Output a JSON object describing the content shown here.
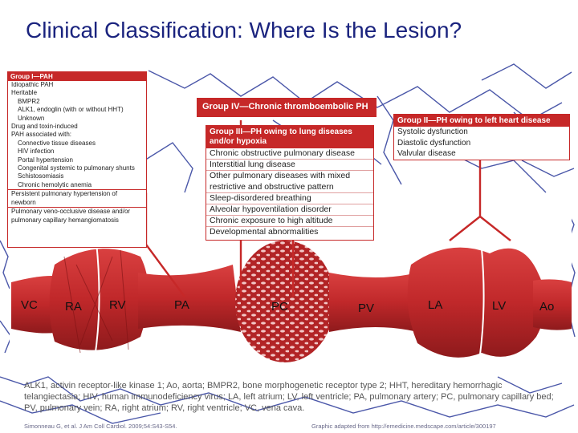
{
  "title": "Clinical Classification: Where Is the Lesion?",
  "colors": {
    "accent": "#c62828",
    "title": "#1a237e",
    "heart": "#c0282a",
    "deco": "#2b3a9a"
  },
  "group1": {
    "heading": "Group I—PAH",
    "items": [
      {
        "text": "Idiopathic PAH",
        "level": 0
      },
      {
        "text": "Heritable",
        "level": 0
      },
      {
        "text": "BMPR2",
        "level": 1
      },
      {
        "text": "ALK1, endoglin (with or without HHT)",
        "level": 1
      },
      {
        "text": "Unknown",
        "level": 1
      },
      {
        "text": "Drug and toxin-induced",
        "level": 0
      },
      {
        "text": "PAH associated with:",
        "level": 0
      },
      {
        "text": "Connective tissue diseases",
        "level": 1
      },
      {
        "text": "HIV infection",
        "level": 1
      },
      {
        "text": "Portal hypertension",
        "level": 1
      },
      {
        "text": "Congenital systemic to pulmonary shunts",
        "level": 1
      },
      {
        "text": "Schistosomiasis",
        "level": 1
      },
      {
        "text": "Chronic hemolytic anemia",
        "level": 1
      },
      {
        "text": "Persistent pulmonary hypertension of newborn",
        "level": 0,
        "sep": true
      },
      {
        "text": "Pulmonary veno-occlusive disease and/or pulmonary capillary hemangiomatosis",
        "level": 0,
        "sep": true
      }
    ]
  },
  "group4": {
    "heading": "Group IV—Chronic thromboembolic PH"
  },
  "group3": {
    "heading": "Group III—PH owing to lung diseases and/or hypoxia",
    "items": [
      "Chronic obstructive pulmonary disease",
      "Interstitial lung disease",
      "Other pulmonary diseases with mixed restrictive and obstructive pattern",
      "Sleep-disordered breathing",
      "Alveolar hypoventilation disorder",
      "Chronic exposure to high altitude",
      "Developmental abnormalities"
    ]
  },
  "group2": {
    "heading": "Group II—PH owing to left heart disease",
    "items": [
      "Systolic dysfunction",
      "Diastolic dysfunction",
      "Valvular disease"
    ]
  },
  "labels": {
    "vc": "VC",
    "ra": "RA",
    "rv": "RV",
    "pa": "PA",
    "pc": "PC",
    "pv": "PV",
    "la": "LA",
    "lv": "LV",
    "ao": "Ao"
  },
  "footnote": "ALK1, activin receptor-like kinase 1; Ao, aorta; BMPR2, bone morphogenetic receptor type 2; HHT, hereditary hemorrhagic telangiectasia; HIV, human immunodeficiency virus; LA, left atrium; LV, left ventricle; PA, pulmonary artery; PC, pulmonary capillary bed; PV, pulmonary vein; RA, right atrium; RV, right ventricle; VC, vena cava.",
  "citation": "Simonneau G, et al. J Am Coll Cardiol. 2009;54:S43-S54.",
  "credit": "Graphic adapted from http://emedicine.medscape.com/article/300197"
}
